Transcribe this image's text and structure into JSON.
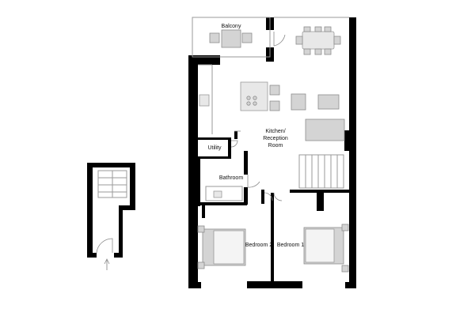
{
  "rooms": {
    "balcony": "Balcony",
    "kitchen_line1": "Kitchen/",
    "kitchen_line2": "Reception",
    "kitchen_line3": "Room",
    "utility": "Utility",
    "bathroom": "Bathroom",
    "bedroom2": "Bedroom 2",
    "bedroom1": "Bedroom 1"
  },
  "colors": {
    "wall": "#000000",
    "furniture": "#d4d4d4",
    "outline": "#9a9a9a"
  }
}
